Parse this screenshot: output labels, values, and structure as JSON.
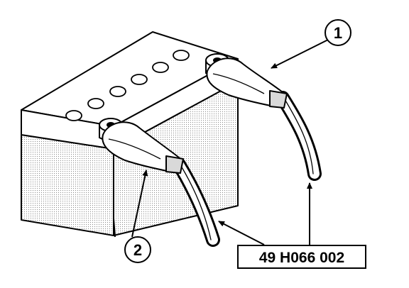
{
  "callouts": [
    {
      "label": "1"
    },
    {
      "label": "2"
    }
  ],
  "reference_code": "49 H066 002",
  "colors": {
    "ink": "#000000",
    "paper": "#ffffff",
    "shade": "#d9d9d9"
  }
}
